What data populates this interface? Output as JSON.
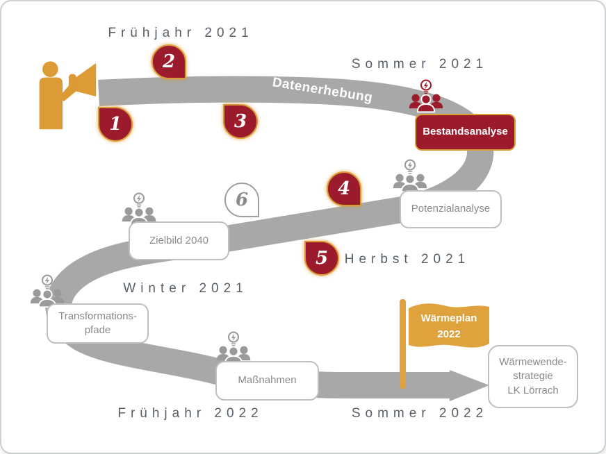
{
  "colors": {
    "brand_red": "#9B1B2D",
    "brand_gold": "#DD9C36",
    "road_gray": "#A8A8A8",
    "season_label_gray": "#565F68",
    "box_border_gray": "#BFBFBF",
    "box_text_gray": "#8A8A8A"
  },
  "road": {
    "label": "Datenerhebung"
  },
  "seasons": [
    {
      "label": "Frühjahr 2021"
    },
    {
      "label": "Sommer 2021"
    },
    {
      "label": "Herbst 2021"
    },
    {
      "label": "Winter 2021"
    },
    {
      "label": "Frühjahr 2022"
    },
    {
      "label": "Sommer 2022"
    }
  ],
  "markers": [
    "1",
    "2",
    "3",
    "4",
    "5",
    "6"
  ],
  "milestones": {
    "bestandsanalyse": {
      "label": "Bestandsanalyse"
    },
    "potenzialanalyse": {
      "label": "Potenzialanalyse"
    },
    "zielbild": {
      "label": "Zielbild 2040"
    },
    "transformationspfade": {
      "line1": "Transformations-",
      "line2": "pfade"
    },
    "massnahmen": {
      "label": "Maßnahmen"
    },
    "waermewendestrategie": {
      "line1": "Wärmewende-",
      "line2": "strategie",
      "line3": "LK Lörrach"
    }
  },
  "flag": {
    "line1": "Wärmeplan",
    "line2": "2022"
  }
}
